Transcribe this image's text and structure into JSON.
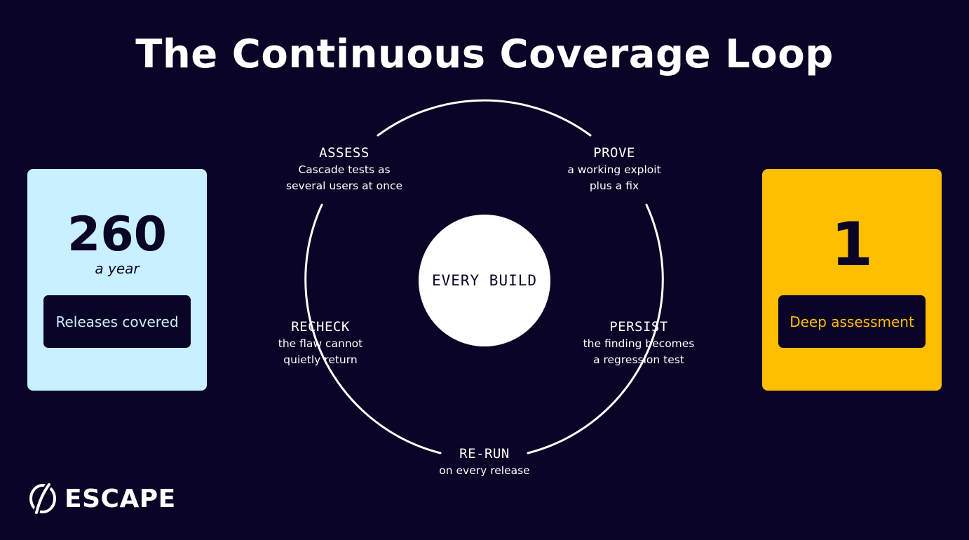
{
  "title": "The Continuous Coverage Loop",
  "left_card": {
    "value": "260",
    "subtitle": "a year",
    "label": "Releases covered"
  },
  "right_card": {
    "value": "1",
    "label": "Deep assessment"
  },
  "center": "EVERY BUILD",
  "steps": [
    {
      "name": "ASSESS",
      "line1": "Cascade tests as",
      "line2": "several users at once"
    },
    {
      "name": "PROVE",
      "line1": "a working exploit",
      "line2": "plus a fix"
    },
    {
      "name": "PERSIST",
      "line1": "the finding becomes",
      "line2": "a regression test"
    },
    {
      "name": "RE-RUN",
      "line1": "on every release",
      "line2": ""
    },
    {
      "name": "RECHECK",
      "line1": "the flaw cannot",
      "line2": "quietly return"
    }
  ],
  "logo": {
    "wordmark": "ESCAPE"
  },
  "colors": {
    "background": "#0a0426",
    "light_blue": "#c9f0ff",
    "yellow": "#ffbe00",
    "white": "#ffffff"
  }
}
